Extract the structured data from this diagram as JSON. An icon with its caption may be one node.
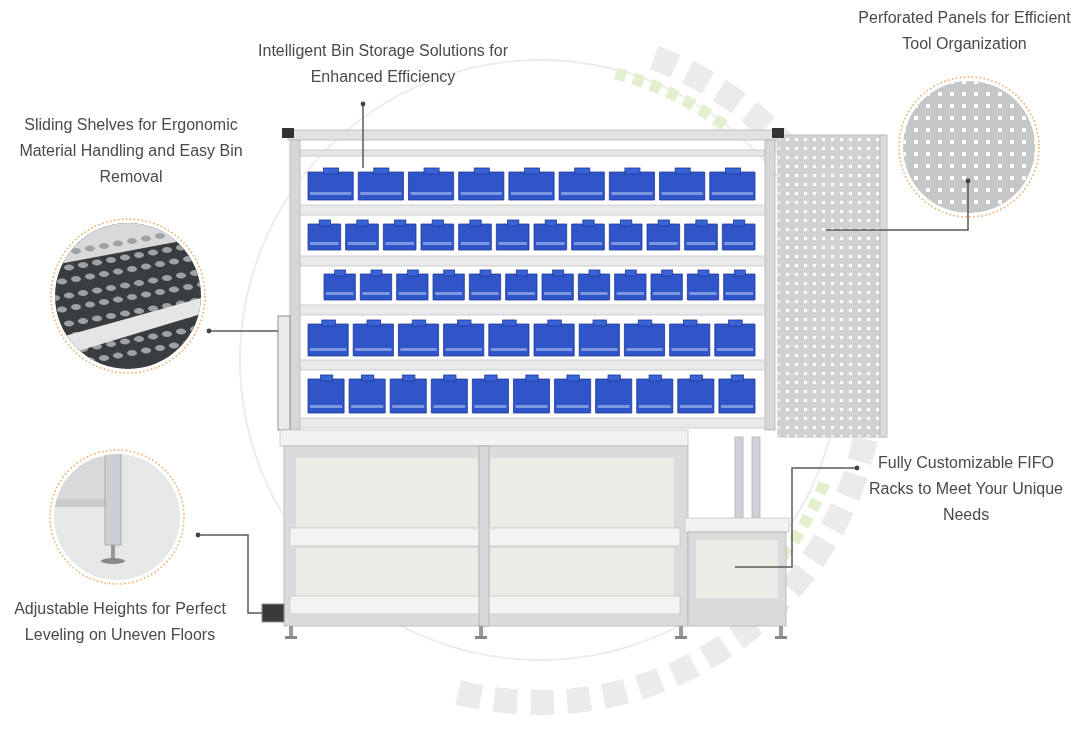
{
  "diagram": {
    "nodes": [
      {
        "text": [
          "Intelligent Bin Storage Solutions for Enhanced Efficiency"
        ]
      },
      {
        "text": [
          "Sliding Shelves for Ergonomic Material Handling and Easy Bin Removal"
        ]
      },
      {
        "text": [
          "Perforated Panels for Efficient Tool Organization"
        ]
      },
      {
        "text": [
          "Fully Customizable FIFO Racks to Meet Your Unique Needs"
        ]
      },
      {
        "text": [
          "Adjustable Heights for Perfect Leveling on Uneven Floors"
        ]
      },
      {
        "text": [],
        "shape": "picture"
      },
      {
        "text": [],
        "shape": "box"
      },
      {
        "text": [],
        "shape": "picture"
      },
      {
        "text": [],
        "shape": "picture"
      },
      {
        "text": [],
        "shape": "box"
      }
    ],
    "edges": [
      {
        "from": 0,
        "to": 5,
        "arrow": "other"
      },
      {
        "from": 1,
        "to": 6,
        "arrow": "other"
      },
      {
        "from": 2,
        "to": 7,
        "arrow": "other"
      },
      {
        "from": 3,
        "to": 8,
        "arrow": "other"
      },
      {
        "from": 4,
        "to": 9,
        "arrow": "other"
      }
    ]
  }
}
